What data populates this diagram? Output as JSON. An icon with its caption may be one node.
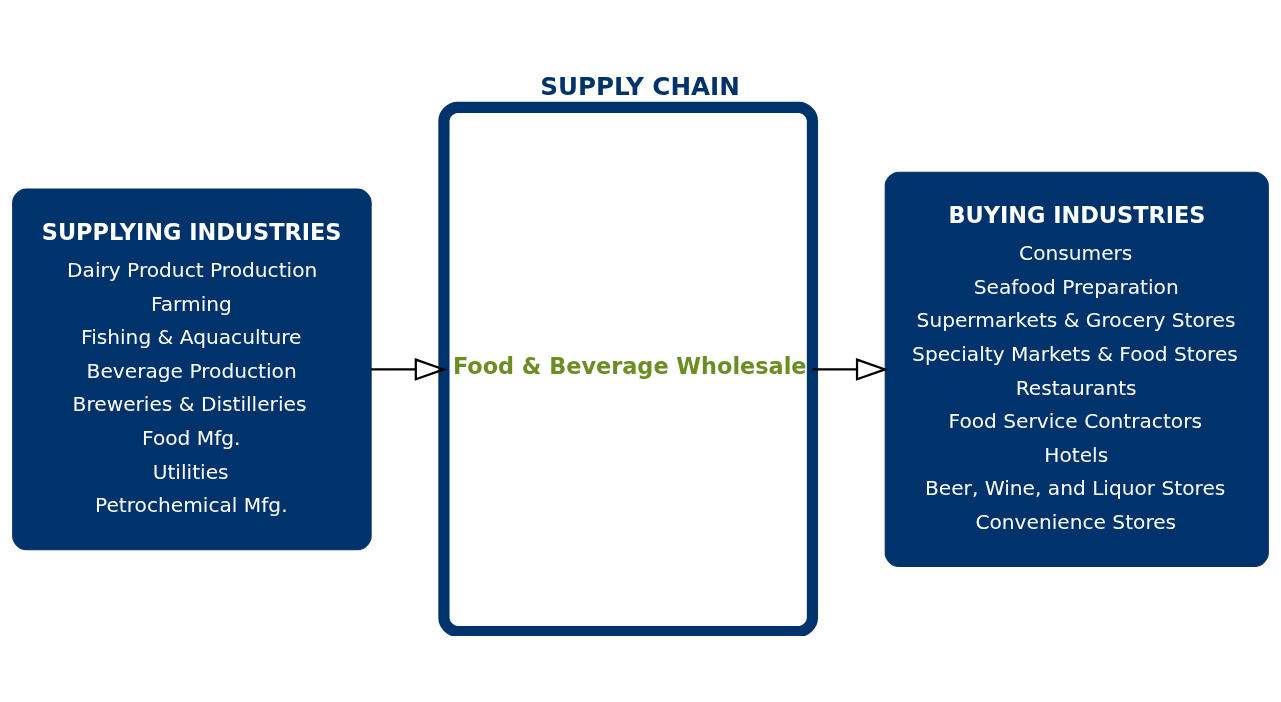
{
  "diagram": {
    "title": "SUPPLY CHAIN",
    "nodes": [
      {
        "text": [
          "SUPPLYING INDUSTRIES",
          "Dairy Product Production",
          "Farming",
          "Fishing & Aquaculture",
          "Beverage Production",
          "Breweries & Distilleries",
          "Food Mfg.",
          "Utilities",
          "Petrochemical Mfg."
        ]
      },
      {
        "text": [
          "Food & Beverage Wholesale"
        ]
      },
      {
        "text": [
          "BUYING INDUSTRIES",
          "Consumers",
          "Seafood Preparation",
          "Supermarkets & Grocery Stores",
          "Specialty Markets & Food Stores",
          "Restaurants",
          "Food Service Contractors",
          "Hotels",
          "Beer, Wine, and Liquor Stores",
          "Convenience Stores"
        ]
      }
    ],
    "edges": [
      {
        "from": 0,
        "to": 1,
        "arrow": "to"
      },
      {
        "from": 1,
        "to": 2,
        "arrow": "to"
      }
    ]
  }
}
